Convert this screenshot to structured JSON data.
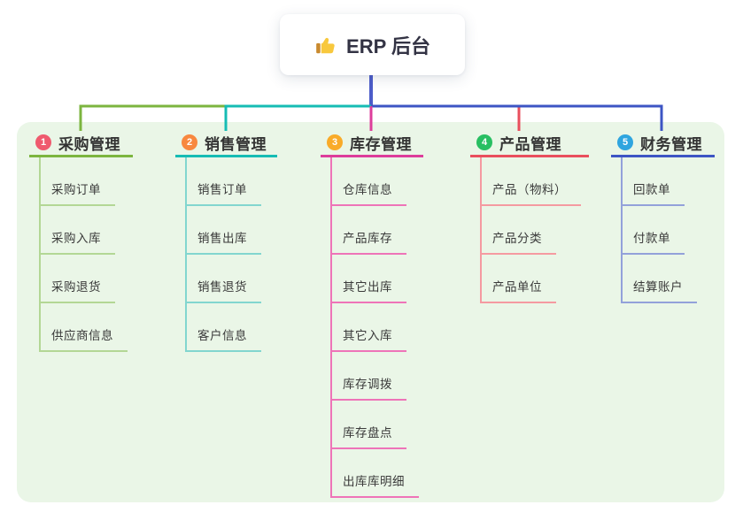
{
  "root": {
    "label": "ERP 后台",
    "icon": "thumbs-up-icon"
  },
  "branches": [
    {
      "num": "1",
      "label": "采购管理",
      "badge_color": "#ef5a6e",
      "line_color": "#7cb53f",
      "child_line_color": "#b3d795",
      "children": [
        "采购订单",
        "采购入库",
        "采购退货",
        "供应商信息"
      ]
    },
    {
      "num": "2",
      "label": "销售管理",
      "badge_color": "#f8883f",
      "line_color": "#16bcb4",
      "child_line_color": "#82d6cf",
      "children": [
        "销售订单",
        "销售出库",
        "销售退货",
        "客户信息"
      ]
    },
    {
      "num": "3",
      "label": "库存管理",
      "badge_color": "#f9ab29",
      "line_color": "#dd3d9b",
      "child_line_color": "#ee74b8",
      "children": [
        "仓库信息",
        "产品库存",
        "其它出库",
        "其它入库",
        "库存调拨",
        "库存盘点",
        "出库库明细"
      ]
    },
    {
      "num": "4",
      "label": "产品管理",
      "badge_color": "#28bf62",
      "line_color": "#e94f5d",
      "child_line_color": "#f59aa1",
      "children": [
        "产品（物料）",
        "产品分类",
        "产品单位"
      ]
    },
    {
      "num": "5",
      "label": "财务管理",
      "badge_color": "#2fa5df",
      "line_color": "#3d55c4",
      "child_line_color": "#93a1da",
      "children": [
        "回款单",
        "付款单",
        "结算账户"
      ]
    }
  ],
  "colors": {
    "panel_background": "#eaf6e7",
    "root_connector": "#4c5cc9",
    "text": "#333333"
  }
}
